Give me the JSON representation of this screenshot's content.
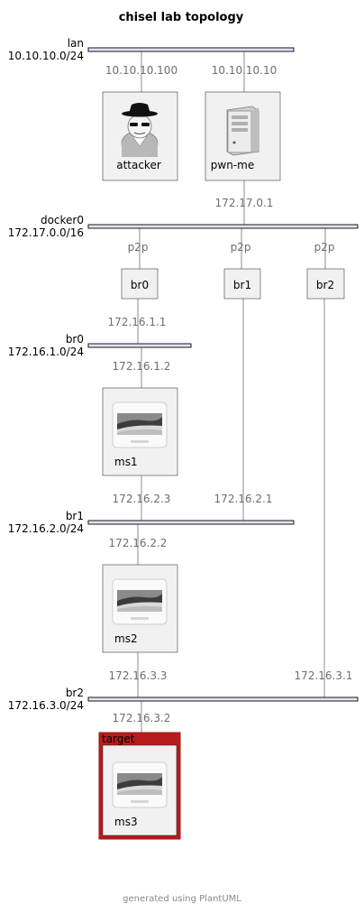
{
  "title": "chisel lab topology",
  "footer": "generated using PlantUML",
  "networks": {
    "lan": {
      "name": "lan",
      "cidr": "10.10.10.0/24"
    },
    "docker0": {
      "name": "docker0",
      "cidr": "172.17.0.0/16"
    },
    "br0": {
      "name": "br0",
      "cidr": "172.16.1.0/24"
    },
    "br1": {
      "name": "br1",
      "cidr": "172.16.2.0/24"
    },
    "br2": {
      "name": "br2",
      "cidr": "172.16.3.0/24"
    }
  },
  "nodes": {
    "attacker": {
      "label": "attacker",
      "icon": "hacker-icon"
    },
    "pwnme": {
      "label": "pwn-me",
      "icon": "server-icon"
    },
    "br0": {
      "label": "br0"
    },
    "br1": {
      "label": "br1"
    },
    "br2": {
      "label": "br2"
    },
    "ms1": {
      "label": "ms1",
      "icon": "vm-screen-icon"
    },
    "ms2": {
      "label": "ms2",
      "icon": "vm-screen-icon"
    },
    "ms3": {
      "label": "ms3",
      "icon": "vm-screen-icon"
    }
  },
  "group": {
    "label": "target",
    "color": "#b71c1c"
  },
  "addresses": {
    "attacker_lan": "10.10.10.100",
    "pwnme_lan": "10.10.10.10",
    "pwnme_docker0": "172.17.0.1",
    "br0_p2p": "p2p",
    "br1_p2p": "p2p",
    "br2_p2p": "p2p",
    "br0_net": "172.16.1.1",
    "ms1_br0": "172.16.1.2",
    "ms1_br1": "172.16.2.3",
    "br1_net": "172.16.2.1",
    "ms2_br1": "172.16.2.2",
    "ms2_br2": "172.16.3.3",
    "br2_net": "172.16.3.1",
    "ms3_br2": "172.16.3.2"
  }
}
